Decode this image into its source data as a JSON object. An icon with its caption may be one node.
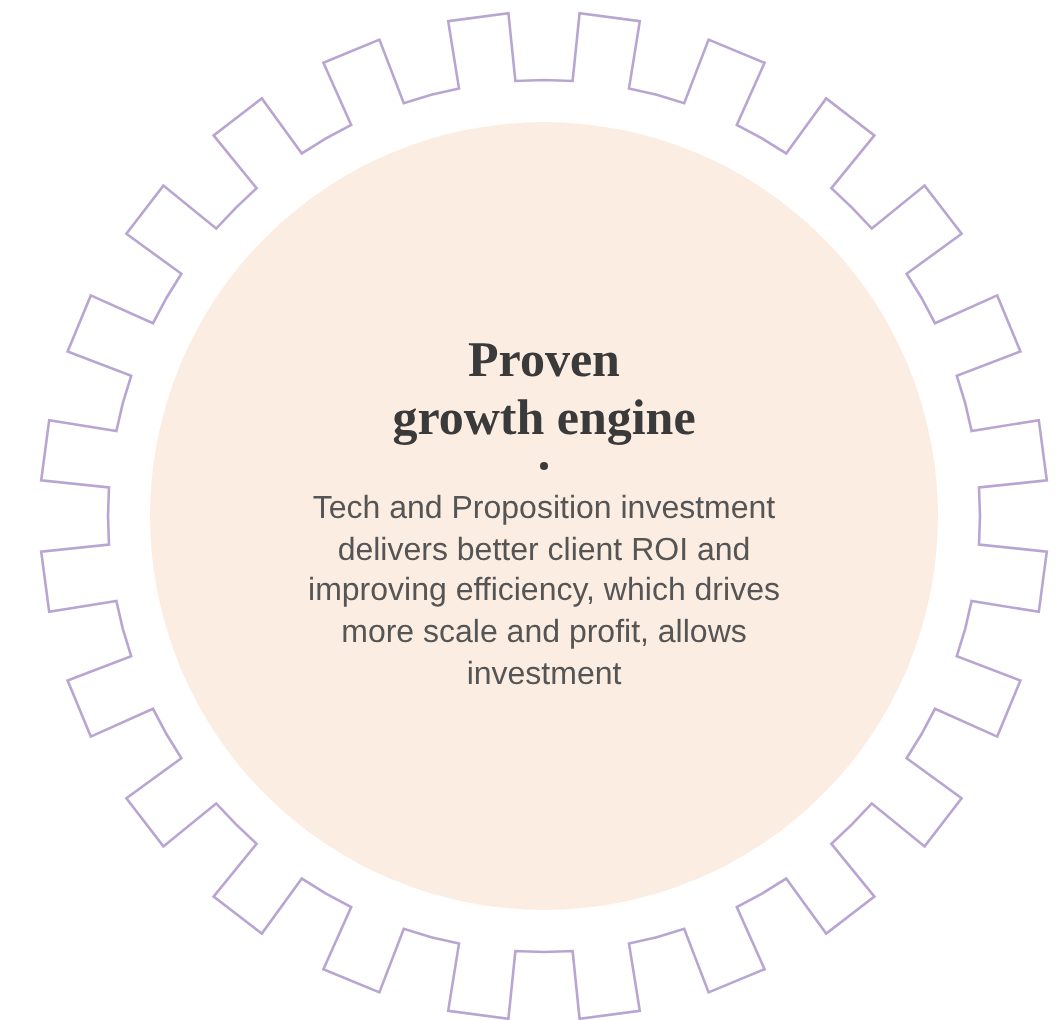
{
  "diagram": {
    "nodes": [
      {
        "text": [],
        "shape": "gear"
      },
      {
        "text": [
          "Proven growth engine",
          "Tech and Proposition investment delivers better client ROI and improving efficiency, which drives more scale and profit, allows investment"
        ],
        "in": 0
      }
    ]
  }
}
